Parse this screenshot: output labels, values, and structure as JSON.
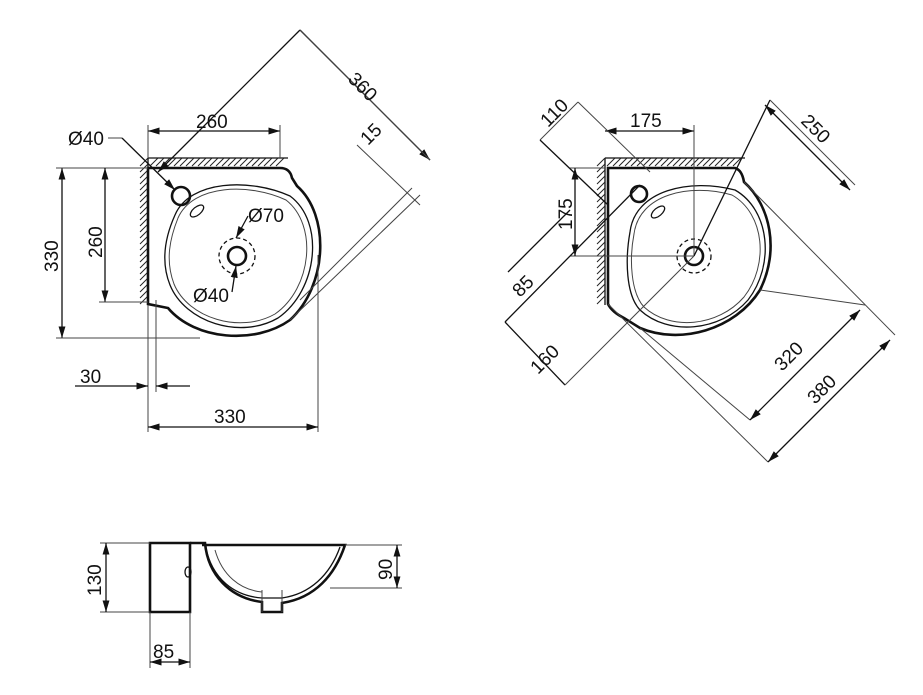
{
  "drawings": {
    "top_view_left": {
      "dims": {
        "width_260": "260",
        "overall_360": "360",
        "wall_15": "15",
        "dia_hole_40": "Ø40",
        "dia_drain_70": "Ø70",
        "dia_drain_40": "Ø40",
        "height_330": "330",
        "height_260": "260",
        "offset_30": "30",
        "width_330": "330"
      }
    },
    "top_view_right": {
      "dims": {
        "d_110": "110",
        "d_175_h": "175",
        "d_250": "250",
        "d_175_v": "175",
        "d_85": "85",
        "d_160": "160",
        "d_320": "320",
        "d_380": "380"
      }
    },
    "side_view": {
      "dims": {
        "height_130": "130",
        "depth_90": "90",
        "width_85": "85"
      }
    }
  },
  "colors": {
    "line": "#111111",
    "background": "#ffffff"
  }
}
